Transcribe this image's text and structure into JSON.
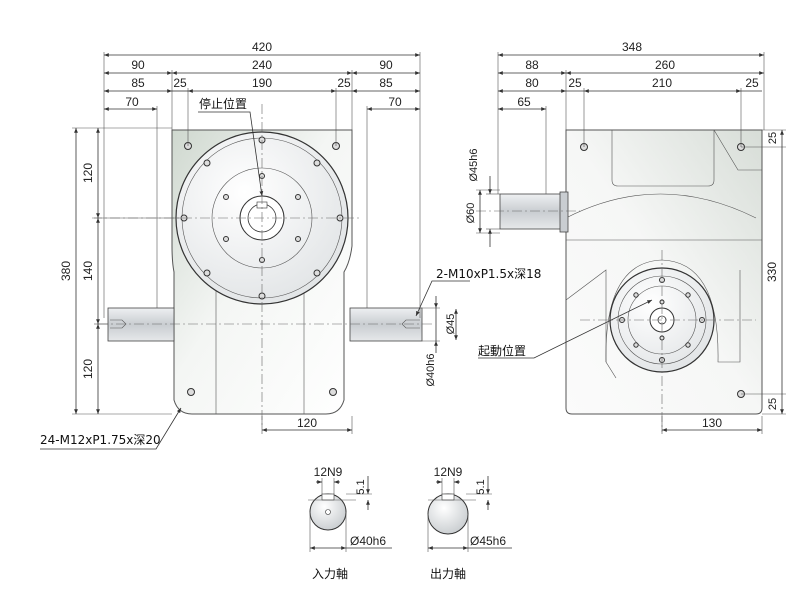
{
  "front_view": {
    "dims": {
      "overall_width": "420",
      "side_left": "90",
      "mid_240": "240",
      "side_right": "90",
      "left_85": "85",
      "left_25": "25",
      "mid_190": "190",
      "right_25": "25",
      "right_85": "85",
      "left_70": "70",
      "right_70": "70",
      "height_380": "380",
      "upper_120": "120",
      "middle_140": "140",
      "lower_120": "120",
      "bottom_120": "120",
      "phi45": "Ø45",
      "phi40h6": "Ø40h6"
    },
    "labels": {
      "stop_position": "停止位置",
      "tap_side": "2-M10xP1.5x深18",
      "tap_bottom": "24-M12xP1.75x深20"
    }
  },
  "side_view": {
    "dims": {
      "overall_width": "348",
      "left_88": "88",
      "mid_260": "260",
      "left_80": "80",
      "left_25": "25",
      "mid_210": "210",
      "right_25": "25",
      "left_65": "65",
      "phi45h6": "Ø45h6",
      "phi60": "Ø60",
      "height_330": "330",
      "top_25": "25",
      "bottom_25": "25",
      "bottom_130": "130"
    },
    "labels": {
      "start_position": "起動位置"
    }
  },
  "shaft_sections": {
    "input": {
      "key": "12N9",
      "depth": "5.1",
      "diameter": "Ø40h6",
      "caption": "入力軸"
    },
    "output": {
      "key": "12N9",
      "depth": "5.1",
      "diameter": "Ø45h6",
      "caption": "出力軸"
    }
  },
  "colors": {
    "body_light": "#f7f9f7",
    "body_dark": "#cfd8cf",
    "shaft": "#d6d9dc",
    "line": "#333333"
  }
}
